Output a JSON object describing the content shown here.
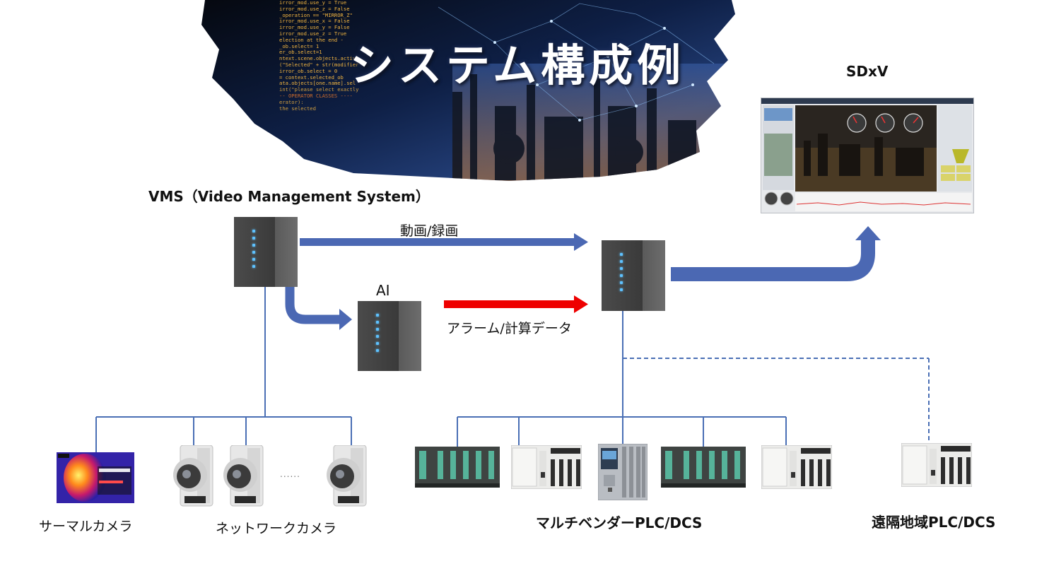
{
  "title": "システム構成例",
  "banner_code_lines": [
    "irror_mod.use_y = True",
    "irror_mod.use_z = False",
    "_operation == \"MIRROR_Z\"",
    "irror_mod.use_x = False",
    "irror_mod.use_y = False",
    "irror_mod.use_z = True",
    "election at the end -",
    "_ob.select= 1",
    "er_ob.select=1",
    "ntext.scene.objects.activ",
    "(\"Selected\" + str(modifier",
    "irror_ob.select = 0",
    "= context.selected_ob",
    "ata.objects[one.name].sel",
    "int(\"please select exactly",
    "-- OPERATOR CLASSES ----",
    "erator):",
    "the selected"
  ],
  "labels": {
    "vms": "VMS（Video Management System）",
    "sdxv": "SDxV",
    "video_recording": "動画/録画",
    "ai": "AI",
    "alarm_data": "アラーム/計算データ",
    "thermal_camera": "サーマルカメラ",
    "network_camera": "ネットワークカメラ",
    "multivendor_plc": "マルチベンダーPLC/DCS",
    "remote_plc": "遠隔地域PLC/DCS",
    "camera_ellipsis": "......"
  },
  "colors": {
    "connector_blue": "#4a6fb5",
    "arrow_blue": "#4b68b3",
    "arrow_red": "#ee0000",
    "banner_dark": "#0a1530"
  }
}
